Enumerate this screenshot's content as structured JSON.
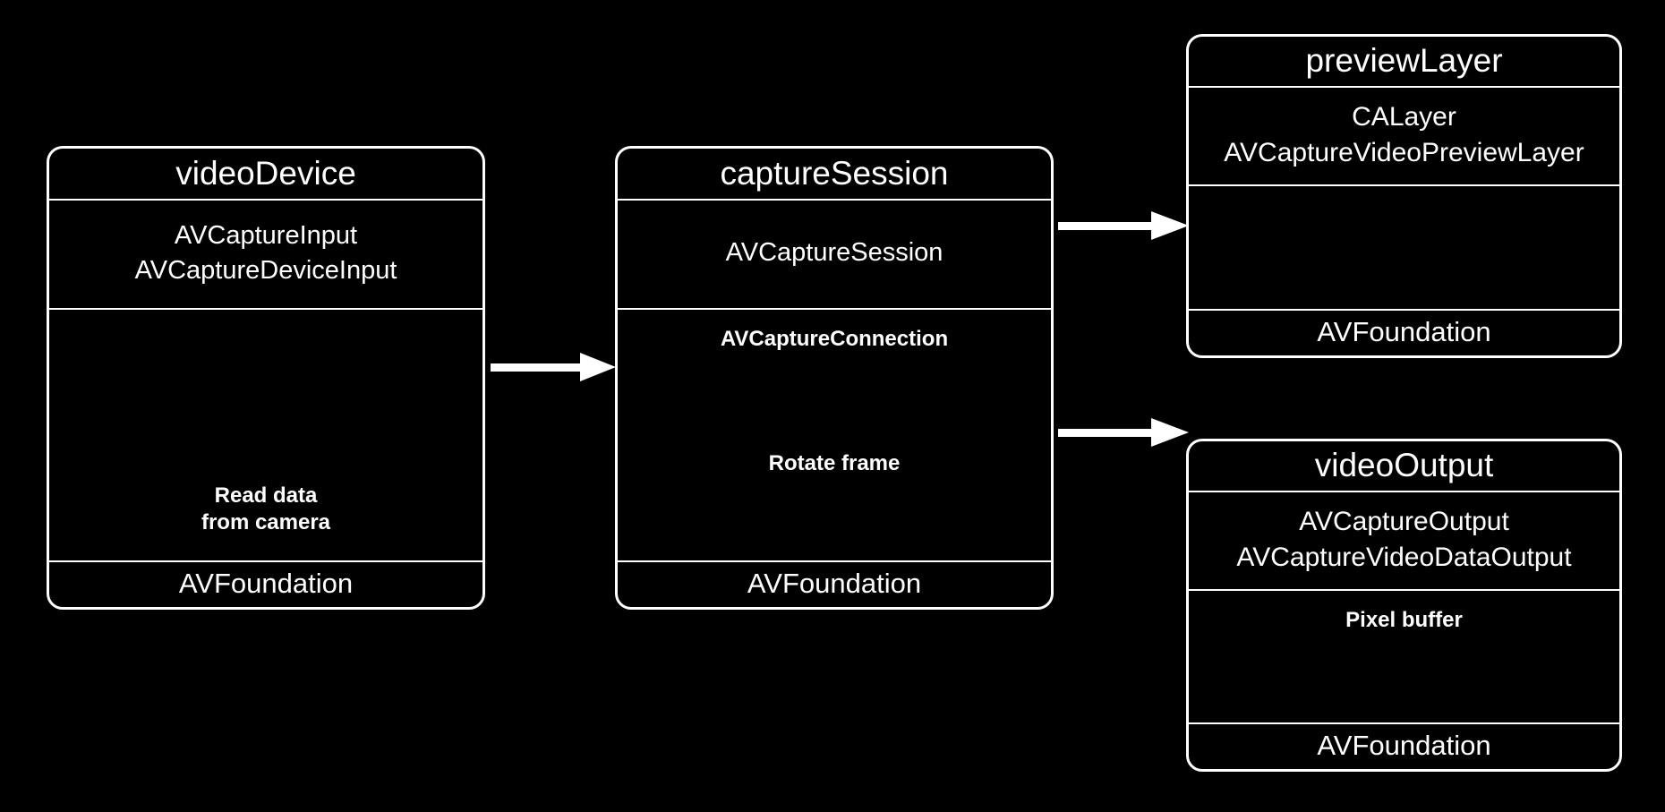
{
  "diagram": {
    "background_color": "#000000",
    "line_color": "#ffffff",
    "text_color": "#ffffff",
    "nodes": [
      {
        "id": "videoDevice",
        "title": "videoDevice",
        "types": [
          "AVCaptureInput",
          "AVCaptureDeviceInput"
        ],
        "note": "Read data\nfrom camera",
        "footer": "AVFoundation"
      },
      {
        "id": "captureSession",
        "title": "captureSession",
        "types": [
          "AVCaptureSession"
        ],
        "note_primary": "AVCaptureConnection",
        "note": "Rotate frame",
        "footer": "AVFoundation"
      },
      {
        "id": "previewLayer",
        "title": "previewLayer",
        "types": [
          "CALayer",
          "AVCaptureVideoPreviewLayer"
        ],
        "note": "",
        "footer": "AVFoundation"
      },
      {
        "id": "videoOutput",
        "title": "videoOutput",
        "types": [
          "AVCaptureOutput",
          "AVCaptureVideoDataOutput"
        ],
        "note": "Pixel buffer",
        "footer": "AVFoundation"
      }
    ],
    "arrows": [
      {
        "id": "device-session",
        "from": "videoDevice",
        "to": "captureSession",
        "label": ""
      },
      {
        "id": "session-preview",
        "from": "captureSession",
        "to": "previewLayer",
        "label": ""
      },
      {
        "id": "session-output",
        "from": "captureSession",
        "to": "videoOutput",
        "label": ""
      }
    ]
  }
}
